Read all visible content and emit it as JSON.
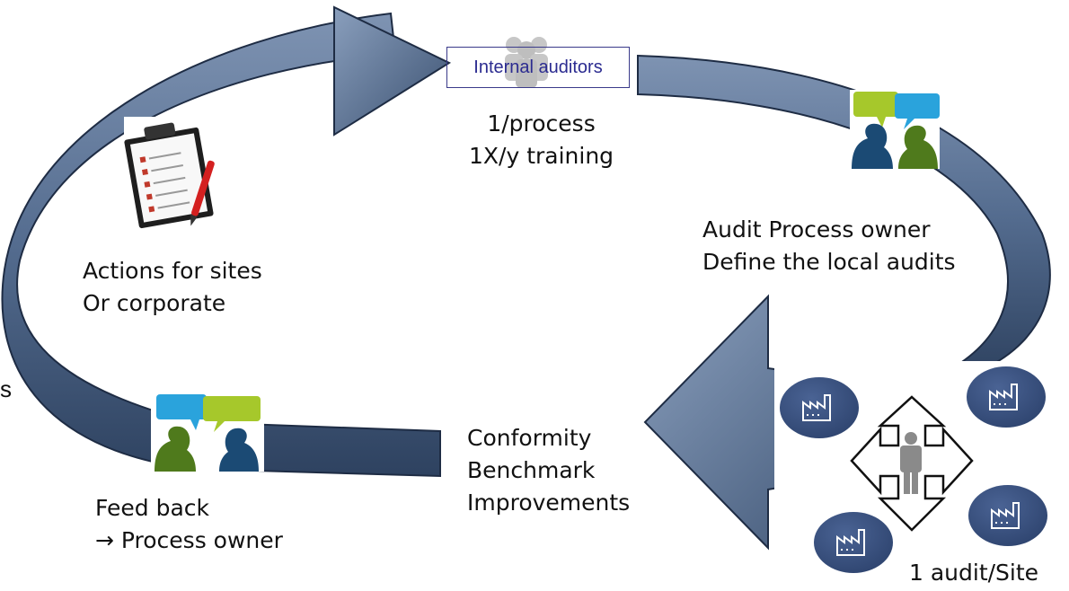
{
  "nodes": {
    "internal_auditors": "Internal auditors",
    "process_line1": "1/process",
    "process_line2": "1X/y training",
    "audit_owner_line1": "Audit Process owner",
    "audit_owner_line2": "Define the local audits",
    "site_audit": "1 audit/Site",
    "results_line1": "Conformity",
    "results_line2": "Benchmark",
    "results_line3": "Improvements",
    "feedback_line1": "Feed back",
    "feedback_line2": "→ Process owner",
    "actions_line1": "Actions for sites",
    "actions_line2": "Or corporate",
    "left_cut_text": "s"
  },
  "icons": [
    "people-group-icon",
    "discussion-icon",
    "factory-icon",
    "person-icon",
    "four-way-arrow-icon",
    "clipboard-checklist-icon",
    "pen-icon"
  ],
  "colors": {
    "arrow_light": "#6f86a6",
    "arrow_dark": "#2c3f5c",
    "factory_circle": "#3c5483",
    "speech_blue": "#2aa3dc",
    "speech_green": "#a6c82b",
    "auditor_text": "#2b2b90"
  }
}
